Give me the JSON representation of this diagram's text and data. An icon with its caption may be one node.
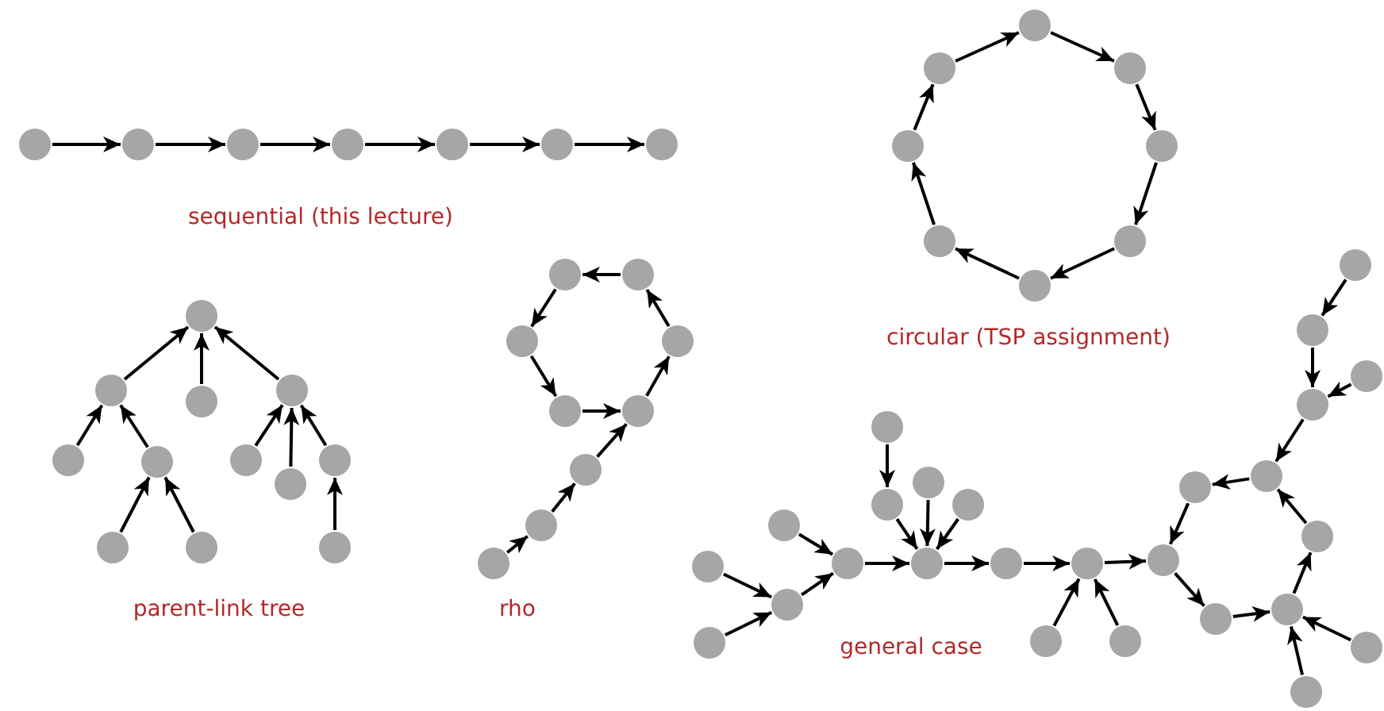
{
  "diagram": {
    "nodes": [
      {
        "text": [],
        "shape": "circle"
      },
      {
        "text": [],
        "shape": "circle"
      },
      {
        "text": [],
        "shape": "circle"
      },
      {
        "text": [],
        "shape": "circle"
      },
      {
        "text": [],
        "shape": "circle"
      },
      {
        "text": [],
        "shape": "circle"
      },
      {
        "text": [],
        "shape": "circle"
      },
      {
        "text": [],
        "shape": "circle"
      },
      {
        "text": [],
        "shape": "circle"
      },
      {
        "text": [],
        "shape": "circle"
      },
      {
        "text": [],
        "shape": "circle"
      },
      {
        "text": [],
        "shape": "circle"
      },
      {
        "text": [],
        "shape": "circle"
      },
      {
        "text": [],
        "shape": "circle"
      },
      {
        "text": [],
        "shape": "circle"
      },
      {
        "text": [],
        "shape": "circle"
      },
      {
        "text": [],
        "shape": "circle"
      },
      {
        "text": [],
        "shape": "circle"
      },
      {
        "text": [],
        "shape": "circle"
      },
      {
        "text": [],
        "shape": "circle"
      },
      {
        "text": [],
        "shape": "circle"
      },
      {
        "text": [],
        "shape": "circle"
      },
      {
        "text": [],
        "shape": "circle"
      },
      {
        "text": [],
        "shape": "circle"
      },
      {
        "text": [],
        "shape": "circle"
      },
      {
        "text": [],
        "shape": "circle"
      },
      {
        "text": [],
        "shape": "circle"
      },
      {
        "text": [],
        "shape": "circle"
      },
      {
        "text": [],
        "shape": "circle"
      },
      {
        "text": [],
        "shape": "circle"
      },
      {
        "text": [],
        "shape": "circle"
      },
      {
        "text": [],
        "shape": "circle"
      },
      {
        "text": [],
        "shape": "circle"
      },
      {
        "text": [],
        "shape": "circle"
      },
      {
        "text": [],
        "shape": "circle"
      },
      {
        "text": [],
        "shape": "circle"
      },
      {
        "text": [],
        "shape": "circle"
      },
      {
        "text": [],
        "shape": "circle"
      },
      {
        "text": [],
        "shape": "circle"
      },
      {
        "text": [],
        "shape": "circle"
      },
      {
        "text": [],
        "shape": "circle"
      },
      {
        "text": [],
        "shape": "circle"
      },
      {
        "text": [],
        "shape": "circle"
      },
      {
        "text": [],
        "shape": "circle"
      },
      {
        "text": [],
        "shape": "circle"
      },
      {
        "text": [],
        "shape": "circle"
      },
      {
        "text": [],
        "shape": "circle"
      },
      {
        "text": [],
        "shape": "circle"
      },
      {
        "text": [],
        "shape": "circle"
      },
      {
        "text": [],
        "shape": "circle"
      },
      {
        "text": [],
        "shape": "circle"
      },
      {
        "text": [],
        "shape": "circle"
      },
      {
        "text": [],
        "shape": "circle"
      },
      {
        "text": [],
        "shape": "circle"
      },
      {
        "text": [],
        "shape": "circle"
      },
      {
        "text": [],
        "shape": "circle"
      },
      {
        "text": [],
        "shape": "circle"
      },
      {
        "text": [],
        "shape": "circle"
      },
      {
        "text": [],
        "shape": "circle"
      },
      {
        "text": [],
        "shape": "circle"
      },
      {
        "text": [],
        "shape": "circle"
      },
      {
        "text": [],
        "shape": "circle"
      }
    ],
    "edges": [
      {
        "from": 0,
        "to": 1,
        "arrow": "to"
      },
      {
        "from": 1,
        "to": 2,
        "arrow": "to"
      },
      {
        "from": 2,
        "to": 3,
        "arrow": "to"
      },
      {
        "from": 3,
        "to": 4,
        "arrow": "to"
      },
      {
        "from": 4,
        "to": 5,
        "arrow": "to"
      },
      {
        "from": 5,
        "to": 6,
        "arrow": "to"
      },
      {
        "from": 7,
        "to": 8,
        "arrow": "to"
      },
      {
        "from": 8,
        "to": 9,
        "arrow": "to"
      },
      {
        "from": 9,
        "to": 10,
        "arrow": "to"
      },
      {
        "from": 10,
        "to": 11,
        "arrow": "to"
      },
      {
        "from": 11,
        "to": 12,
        "arrow": "to"
      },
      {
        "from": 12,
        "to": 13,
        "arrow": "to"
      },
      {
        "from": 13,
        "to": 14,
        "arrow": "to"
      },
      {
        "from": 14,
        "to": 7,
        "arrow": "to"
      },
      {
        "from": 16,
        "to": 15,
        "arrow": "to"
      },
      {
        "from": 17,
        "to": 15,
        "arrow": "to"
      },
      {
        "from": 18,
        "to": 15,
        "arrow": "to"
      },
      {
        "from": 19,
        "to": 16,
        "arrow": "to"
      },
      {
        "from": 20,
        "to": 16,
        "arrow": "to"
      },
      {
        "from": 24,
        "to": 20,
        "arrow": "to"
      },
      {
        "from": 25,
        "to": 20,
        "arrow": "to"
      },
      {
        "from": 21,
        "to": 18,
        "arrow": "to"
      },
      {
        "from": 22,
        "to": 18,
        "arrow": "to"
      },
      {
        "from": 23,
        "to": 18,
        "arrow": "to"
      },
      {
        "from": 26,
        "to": 23,
        "arrow": "to"
      },
      {
        "from": 28,
        "to": 27,
        "arrow": "to"
      },
      {
        "from": 27,
        "to": 32,
        "arrow": "to"
      },
      {
        "from": 32,
        "to": 31,
        "arrow": "to"
      },
      {
        "from": 31,
        "to": 30,
        "arrow": "to"
      },
      {
        "from": 30,
        "to": 29,
        "arrow": "to"
      },
      {
        "from": 29,
        "to": 28,
        "arrow": "to"
      },
      {
        "from": 35,
        "to": 34,
        "arrow": "to"
      },
      {
        "from": 34,
        "to": 33,
        "arrow": "to"
      },
      {
        "from": 33,
        "to": 30,
        "arrow": "to"
      },
      {
        "from": 36,
        "to": 38,
        "arrow": "to"
      },
      {
        "from": 37,
        "to": 38,
        "arrow": "to"
      },
      {
        "from": 38,
        "to": 40,
        "arrow": "to"
      },
      {
        "from": 39,
        "to": 40,
        "arrow": "to"
      },
      {
        "from": 40,
        "to": 45,
        "arrow": "to"
      },
      {
        "from": 41,
        "to": 42,
        "arrow": "to"
      },
      {
        "from": 42,
        "to": 45,
        "arrow": "to"
      },
      {
        "from": 43,
        "to": 45,
        "arrow": "to"
      },
      {
        "from": 44,
        "to": 45,
        "arrow": "to"
      },
      {
        "from": 45,
        "to": 46,
        "arrow": "to"
      },
      {
        "from": 46,
        "to": 47,
        "arrow": "to"
      },
      {
        "from": 48,
        "to": 47,
        "arrow": "to"
      },
      {
        "from": 49,
        "to": 47,
        "arrow": "to"
      },
      {
        "from": 47,
        "to": 50,
        "arrow": "to"
      },
      {
        "from": 51,
        "to": 52,
        "arrow": "to"
      },
      {
        "from": 52,
        "to": 54,
        "arrow": "to"
      },
      {
        "from": 53,
        "to": 54,
        "arrow": "to"
      },
      {
        "from": 54,
        "to": 55,
        "arrow": "to"
      },
      {
        "from": 55,
        "to": 56,
        "arrow": "to"
      },
      {
        "from": 56,
        "to": 50,
        "arrow": "to"
      },
      {
        "from": 50,
        "to": 57,
        "arrow": "to"
      },
      {
        "from": 57,
        "to": 58,
        "arrow": "to"
      },
      {
        "from": 58,
        "to": 59,
        "arrow": "to"
      },
      {
        "from": 59,
        "to": 55,
        "arrow": "to"
      },
      {
        "from": 60,
        "to": 58,
        "arrow": "to"
      },
      {
        "from": 61,
        "to": 58,
        "arrow": "to"
      }
    ],
    "labels": [
      "sequential (this lecture)",
      "circular (TSP assignment)",
      "parent-link tree",
      "rho",
      "general case"
    ]
  }
}
